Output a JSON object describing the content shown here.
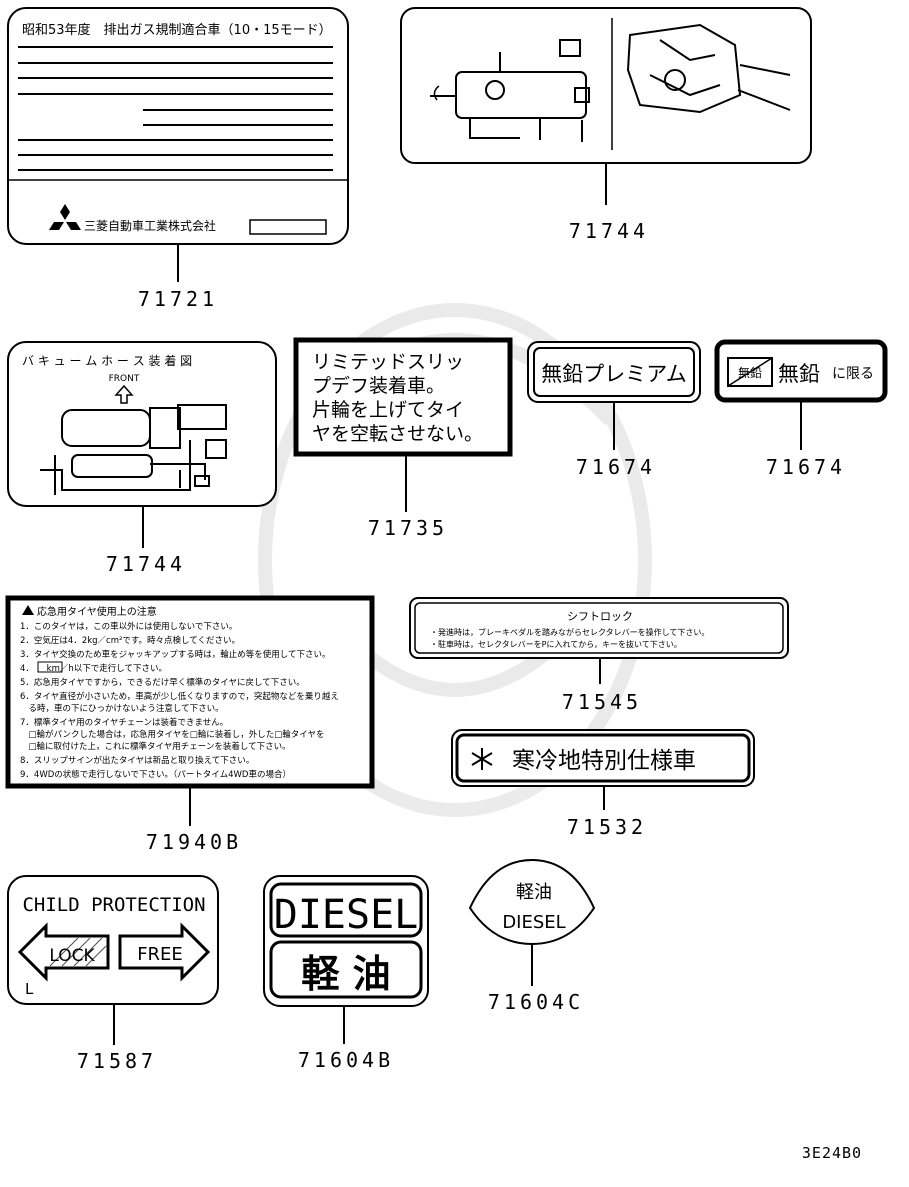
{
  "diagram_code": "3E24B0",
  "parts": {
    "emission_label": {
      "part_no": "71721",
      "header": "昭和53年度　排出ガス規制適合車（10・15モード）",
      "maker": "三菱自動車工業株式会社"
    },
    "engine_diagram_label": {
      "part_no": "71744"
    },
    "vacuum_hose_label": {
      "part_no": "71744",
      "header": "バ キ ュ ー ム ホ ー ス 装 着 図",
      "front_label": "FRONT"
    },
    "lsd_label": {
      "part_no": "71735",
      "lines": [
        "リミテッドスリッ",
        "プデフ装着車。",
        "片輪を上げてタイ",
        "ヤを空転させない。"
      ]
    },
    "unleaded_premium_label": {
      "part_no": "71674",
      "text": "無鉛プレミアム"
    },
    "unleaded_only_label": {
      "part_no": "71674",
      "icon_text": "無鉛",
      "text_big": "無鉛",
      "text_small": "に限る"
    },
    "spare_tire_label": {
      "part_no": "71940B",
      "title": "応急用タイヤ使用上の注意",
      "lines": [
        "1．このタイヤは，この車以外には使用しないで下さい。",
        "2．空気圧は4．2kg／cm²です。時々点検してください。",
        "3．タイヤ交換のため車をジャッキアップする時は，輪止め等を使用して下さい。",
        "4．　　km／h以下で走行して下さい。",
        "5．応急用タイヤですから，できるだけ早く標準のタイヤに戻して下さい。",
        "6．タイヤ直径が小さいため，車高が少し低くなりますので，突起物などを乗り越え",
        "　る時，車の下にひっかけないよう注意して下さい。",
        "7．標準タイヤ用のタイヤチェーンは装着できません。",
        "　□輪がパンクした場合は，応急用タイヤを□輪に装着し，外した□輪タイヤを",
        "　□輪に取付けた上，これに標準タイヤ用チェーンを装着して下さい。",
        "8．スリップサインが出たタイヤは新品と取り換えて下さい。",
        "9．4WDの状態で走行しないで下さい。（パートタイム4WD車の場合）"
      ]
    },
    "shift_lock_label": {
      "part_no": "71545",
      "title": "シフトロック",
      "lines": [
        "・発進時は，ブレーキペダルを踏みながらセレクタレバーを操作して下さい。",
        "・駐車時は，セレクタレバーをPに入れてから，キーを抜いて下さい。"
      ]
    },
    "cold_climate_label": {
      "part_no": "71532",
      "text": "寒冷地特別仕様車"
    },
    "child_protection_label": {
      "part_no": "71587",
      "title": "CHILD PROTECTION",
      "lock": "LOCK",
      "free": "FREE",
      "side": "L"
    },
    "diesel_label": {
      "part_no": "71604B",
      "top": "DIESEL",
      "bottom": "軽 油"
    },
    "diesel_cap_label": {
      "part_no": "71604C",
      "top": "軽油",
      "bottom": "DIESEL"
    }
  }
}
